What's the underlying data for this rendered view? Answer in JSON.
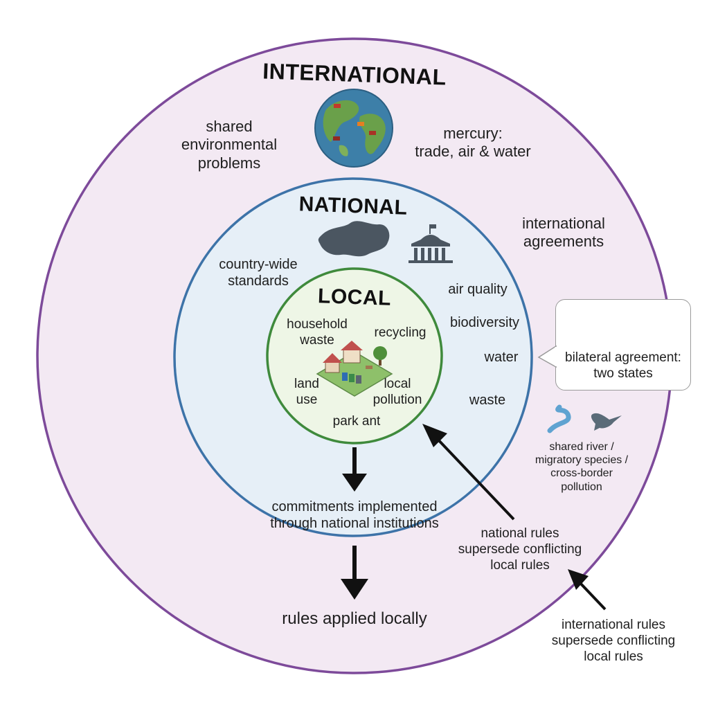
{
  "levels": {
    "international": {
      "title": "INTERNATIONAL",
      "shared_problems": "shared\nenvironmental\nproblems",
      "mercury": "mercury:\ntrade, air & water",
      "agreements": "international\nagreements"
    },
    "national": {
      "title": "NATIONAL",
      "standards": "country-wide\nstandards",
      "topics": [
        "air quality",
        "biodiversity",
        "water",
        "waste"
      ]
    },
    "local": {
      "title": "LOCAL",
      "household_waste": "household\nwaste",
      "recycling": "recycling",
      "land_use": "land\nuse",
      "local_pollution": "local\npollution",
      "park": "park ant"
    }
  },
  "bilateral": {
    "label": "bilateral agreement:\ntwo states"
  },
  "shared_issues": "shared river /\nmigratory species /\ncross-border\npollution",
  "flow": {
    "commitments": "commitments implemented\nthrough national institutions",
    "applied": "rules applied locally"
  },
  "supremacy": {
    "national": "national rules\nsupersede conflicting\nlocal rules",
    "international": "international rules\nsupersede conflicting\nlocal rules"
  },
  "colors": {
    "international_ring": "#7d4a9a",
    "international_fill": "#f3e9f3",
    "national_ring": "#3d73a8",
    "national_fill": "#e6eff7",
    "local_ring": "#3f8a3c",
    "local_fill": "#eef6e6"
  }
}
